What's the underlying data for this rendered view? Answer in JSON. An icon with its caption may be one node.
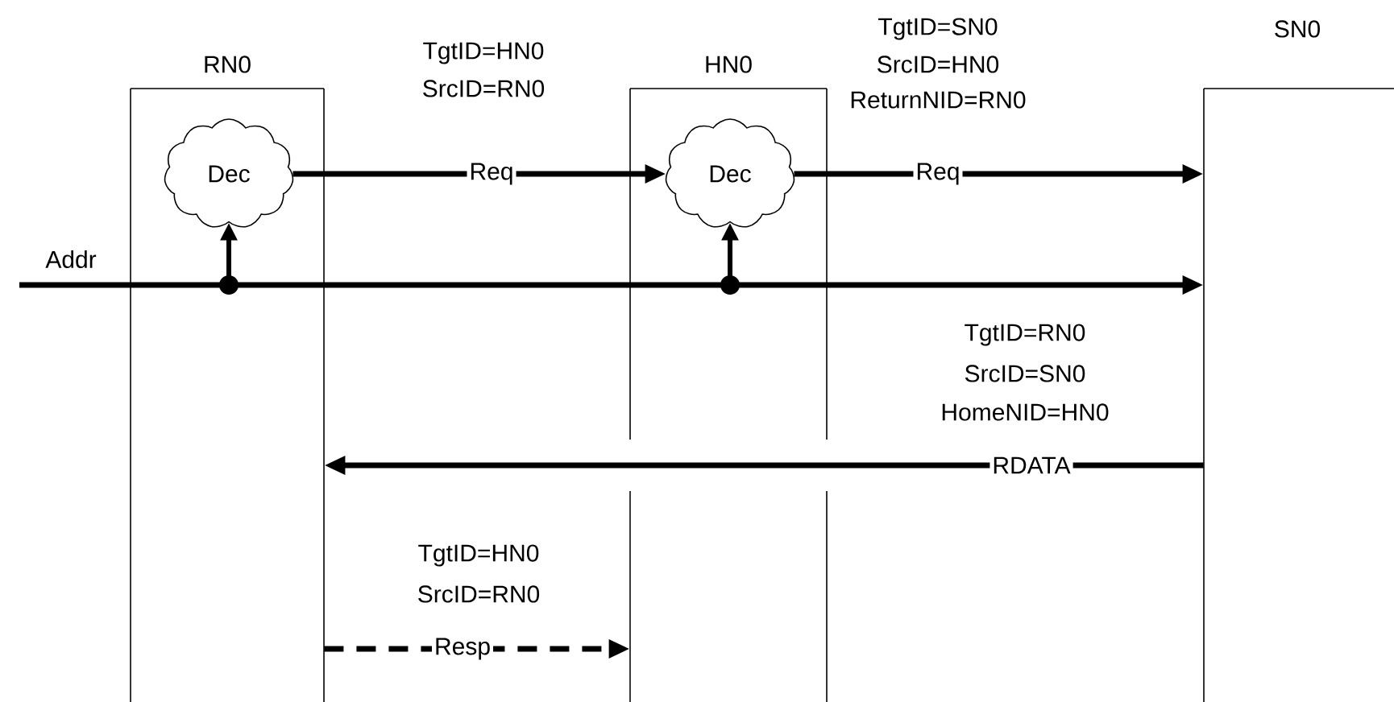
{
  "diagram": {
    "nodes": [
      {
        "text": [
          "RN0"
        ]
      },
      {
        "text": [
          "HN0"
        ]
      },
      {
        "text": [
          "SN0"
        ]
      },
      {
        "text": [
          "Dec"
        ],
        "in": 0
      },
      {
        "text": [
          "Dec"
        ],
        "in": 1
      }
    ],
    "edges": [
      {
        "from": 3,
        "to": 4,
        "arrow": "to",
        "label": "Req"
      },
      {
        "from": 4,
        "to": 2,
        "arrow": "to",
        "label": "Req"
      },
      {
        "from": null,
        "to": 2,
        "arrow": "to",
        "label": "Addr"
      },
      {
        "from": null,
        "to": 3,
        "arrow": "to"
      },
      {
        "from": null,
        "to": 4,
        "arrow": "to"
      },
      {
        "from": 2,
        "to": 0,
        "arrow": "to",
        "label": "RDATA"
      },
      {
        "from": 0,
        "to": 1,
        "arrow": "to",
        "label": "Resp",
        "style": "dashed"
      }
    ],
    "labels": [
      "TgtID=HN0",
      "SrcID=RN0",
      "TgtID=SN0",
      "SrcID=HN0",
      "ReturnNID=RN0",
      "TgtID=RN0",
      "SrcID=SN0",
      "HomeNID=HN0",
      "TgtID=HN0",
      "SrcID=RN0"
    ]
  }
}
